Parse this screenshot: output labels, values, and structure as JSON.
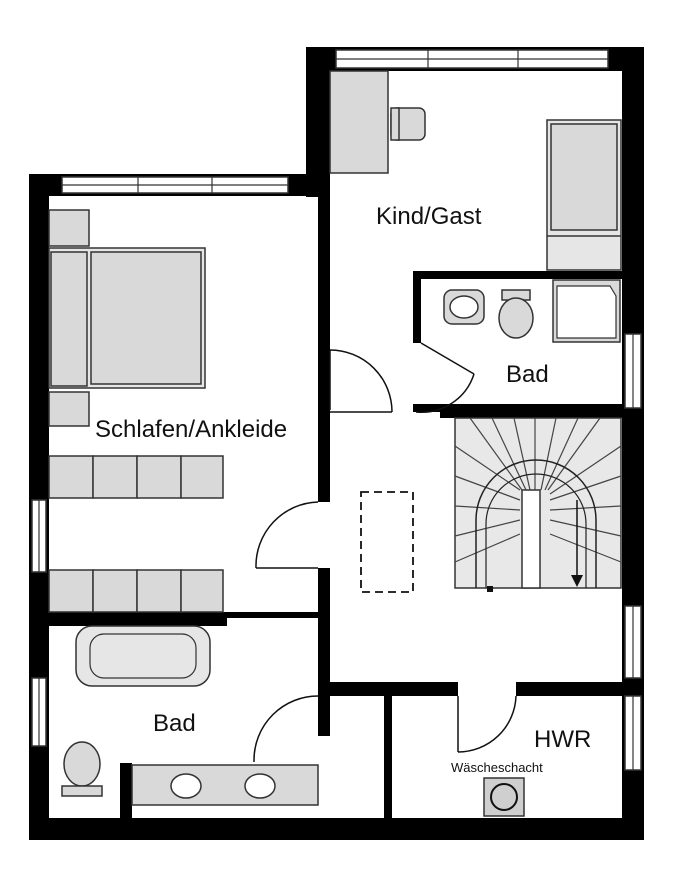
{
  "rooms": {
    "kind_gast": "Kind/Gast",
    "schlafen": "Schlafen/Ankleide",
    "bad_upper": "Bad",
    "bad_lower": "Bad",
    "hwr": "HWR",
    "waeschschacht": "Wäscheschacht"
  },
  "colors": {
    "wall": "#000000",
    "furniture": "#d9d9d9",
    "background": "#ffffff"
  }
}
